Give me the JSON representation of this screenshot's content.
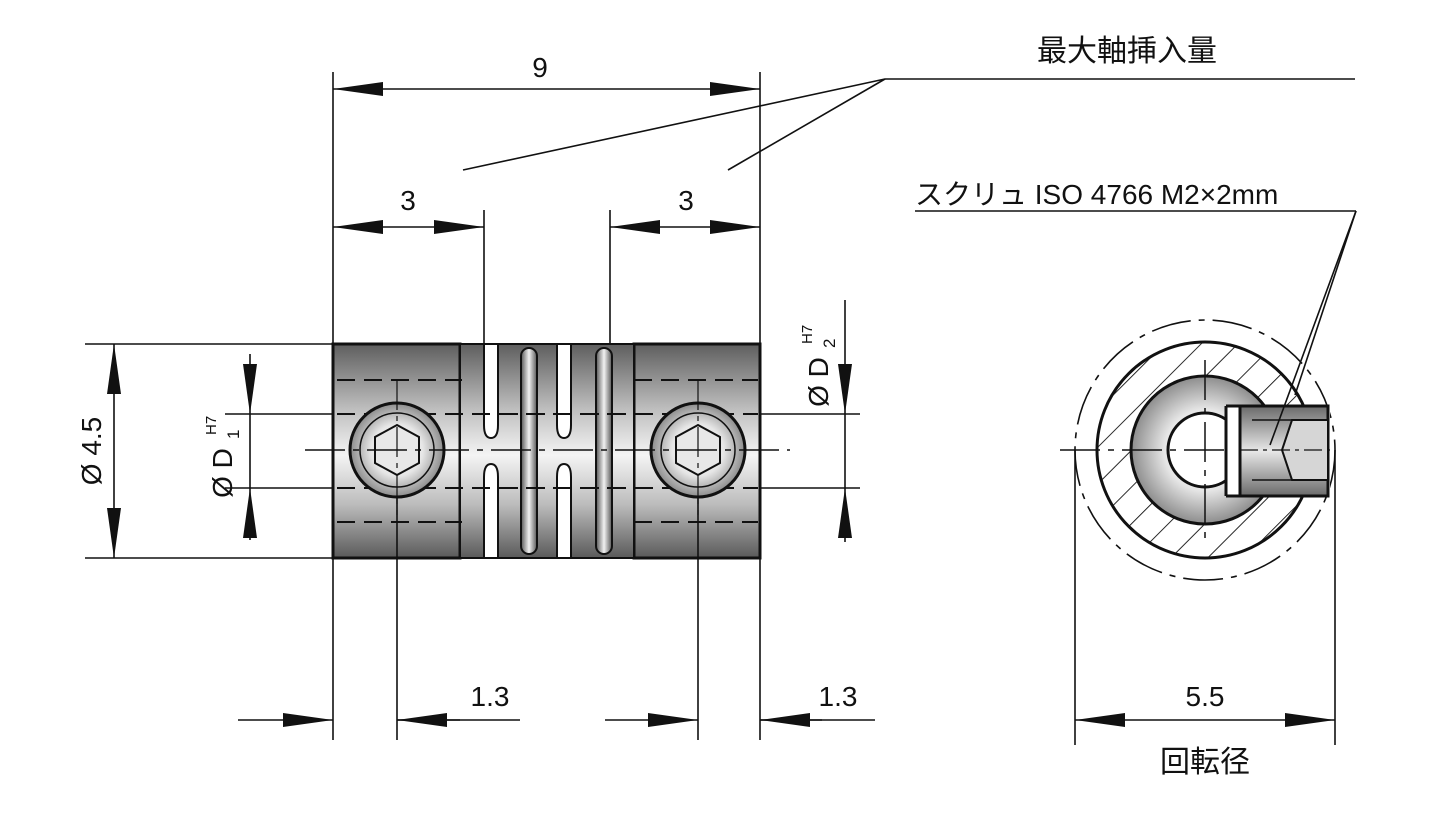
{
  "labels": {
    "max_shaft_insertion": "最大軸挿入量",
    "screw_spec": "スクリュ ISO 4766 M2×2mm",
    "rotation_diameter": "回転径"
  },
  "dimensions": {
    "overall_length": "9",
    "insertion_left": "3",
    "insertion_right": "3",
    "outer_diameter": "Ø 4.5",
    "bore1_prefix": "Ø D",
    "bore1_subscript": "1",
    "bore1_tolerance": "H7",
    "bore2_prefix": "Ø D",
    "bore2_subscript": "2",
    "bore2_tolerance": "H7",
    "screw_position_left": "1.3",
    "screw_position_right": "1.3",
    "rotation_diameter_value": "5.5"
  },
  "colors": {
    "line": "#111111",
    "body_dark": "#6e6e6e",
    "body_light": "#f2f2f2",
    "hatch": "#111111"
  }
}
